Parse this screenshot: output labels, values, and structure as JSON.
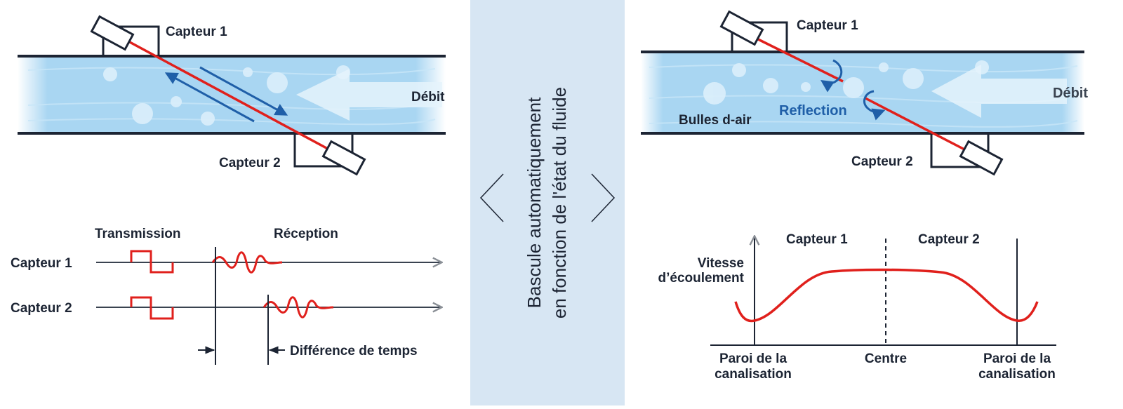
{
  "left_top": {
    "sensor1_label": "Capteur 1",
    "sensor2_label": "Capteur 2",
    "flow_label": "Débit"
  },
  "left_bottom": {
    "transmission_label": "Transmission",
    "reception_label": "Réception",
    "row1_label": "Capteur 1",
    "row2_label": "Capteur 2",
    "time_diff_label": "Différence de temps"
  },
  "center": {
    "line1": "Bascule automatiquement",
    "line2": "en fonction de l'état du fluide"
  },
  "right_top": {
    "sensor1_label": "Capteur 1",
    "sensor2_label": "Capteur 2",
    "flow_label": "Débit",
    "bubbles_label": "Bulles d-air",
    "reflection_label": "Reflection"
  },
  "right_bottom": {
    "col1_label": "Capteur 1",
    "col2_label": "Capteur 2",
    "y_label_line1": "Vitesse",
    "y_label_line2": "d’écoulement",
    "wall_left_line1": "Paroi de la",
    "wall_left_line2": "canalisation",
    "centre_label": "Centre",
    "wall_right_line1": "Paroi de la",
    "wall_right_line2": "canalisation"
  },
  "colors": {
    "pipe_blue": "#a9d6f2",
    "beam_red": "#e0201c",
    "arrow_blue": "#1f5fa8",
    "banner_bg": "#d7e6f3"
  }
}
